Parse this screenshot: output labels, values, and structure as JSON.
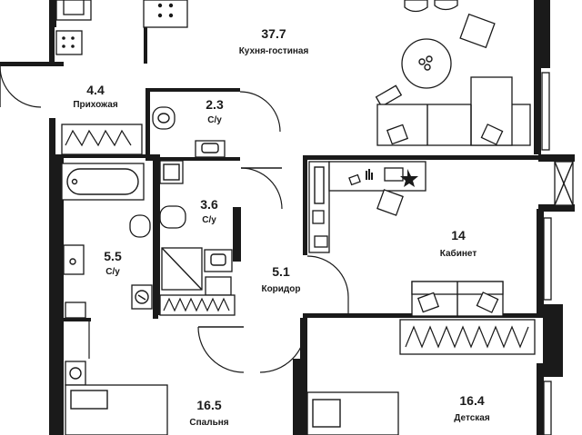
{
  "rooms": [
    {
      "area": "37.7",
      "name": "Кухня-гостиная"
    },
    {
      "area": "4.4",
      "name": "Прихожая"
    },
    {
      "area": "2.3",
      "name": "С/у"
    },
    {
      "area": "3.6",
      "name": "С/у"
    },
    {
      "area": "5.5",
      "name": "С/у"
    },
    {
      "area": "5.1",
      "name": "Коридор"
    },
    {
      "area": "14",
      "name": "Кабинет"
    },
    {
      "area": "16.5",
      "name": "Спальня"
    },
    {
      "area": "16.4",
      "name": "Детская"
    }
  ]
}
